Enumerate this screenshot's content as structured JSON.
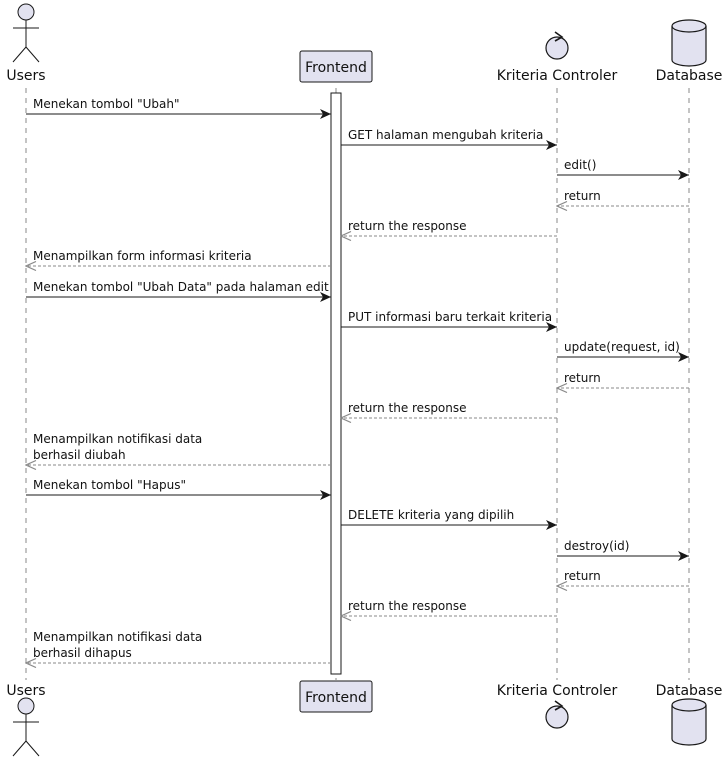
{
  "participants": [
    {
      "id": "users",
      "name": "Users",
      "kind": "actor"
    },
    {
      "id": "frontend",
      "name": "Frontend",
      "kind": "participant"
    },
    {
      "id": "controller",
      "name": "Kriteria Controler",
      "kind": "control"
    },
    {
      "id": "database",
      "name": "Database",
      "kind": "database"
    }
  ],
  "messages": [
    {
      "from": "users",
      "to": "frontend",
      "lines": [
        "Menekan tombol \"Ubah\""
      ],
      "style": "solid"
    },
    {
      "from": "frontend",
      "to": "controller",
      "lines": [
        "GET halaman mengubah kriteria"
      ],
      "style": "solid"
    },
    {
      "from": "controller",
      "to": "database",
      "lines": [
        "edit()"
      ],
      "style": "solid"
    },
    {
      "from": "database",
      "to": "controller",
      "lines": [
        "return"
      ],
      "style": "dashed"
    },
    {
      "from": "controller",
      "to": "frontend",
      "lines": [
        "return the response"
      ],
      "style": "dashed"
    },
    {
      "from": "frontend",
      "to": "users",
      "lines": [
        "Menampilkan form informasi kriteria"
      ],
      "style": "dashed"
    },
    {
      "from": "users",
      "to": "frontend",
      "lines": [
        "Menekan tombol \"Ubah Data\" pada halaman edit"
      ],
      "style": "solid"
    },
    {
      "from": "frontend",
      "to": "controller",
      "lines": [
        "PUT informasi baru terkait kriteria"
      ],
      "style": "solid"
    },
    {
      "from": "controller",
      "to": "database",
      "lines": [
        "update(request, id)"
      ],
      "style": "solid"
    },
    {
      "from": "database",
      "to": "controller",
      "lines": [
        "return"
      ],
      "style": "dashed"
    },
    {
      "from": "controller",
      "to": "frontend",
      "lines": [
        "return the response"
      ],
      "style": "dashed"
    },
    {
      "from": "frontend",
      "to": "users",
      "lines": [
        "Menampilkan notifikasi data",
        "berhasil diubah"
      ],
      "style": "dashed"
    },
    {
      "from": "users",
      "to": "frontend",
      "lines": [
        "Menekan tombol \"Hapus\""
      ],
      "style": "solid"
    },
    {
      "from": "frontend",
      "to": "controller",
      "lines": [
        "DELETE kriteria yang dipilih"
      ],
      "style": "solid"
    },
    {
      "from": "controller",
      "to": "database",
      "lines": [
        "destroy(id)"
      ],
      "style": "solid"
    },
    {
      "from": "database",
      "to": "controller",
      "lines": [
        "return"
      ],
      "style": "dashed"
    },
    {
      "from": "controller",
      "to": "frontend",
      "lines": [
        "return the response"
      ],
      "style": "dashed"
    },
    {
      "from": "frontend",
      "to": "users",
      "lines": [
        "Menampilkan notifikasi data",
        "berhasil dihapus"
      ],
      "style": "dashed"
    }
  ],
  "colors": {
    "participant_fill": "#E2E2F0",
    "participant_stroke": "#181818",
    "lifeline": "#8A8A8A",
    "solid_arrow": "#181818",
    "dashed_arrow": "#8A8A8A",
    "activation_fill": "#FFFFFF"
  }
}
